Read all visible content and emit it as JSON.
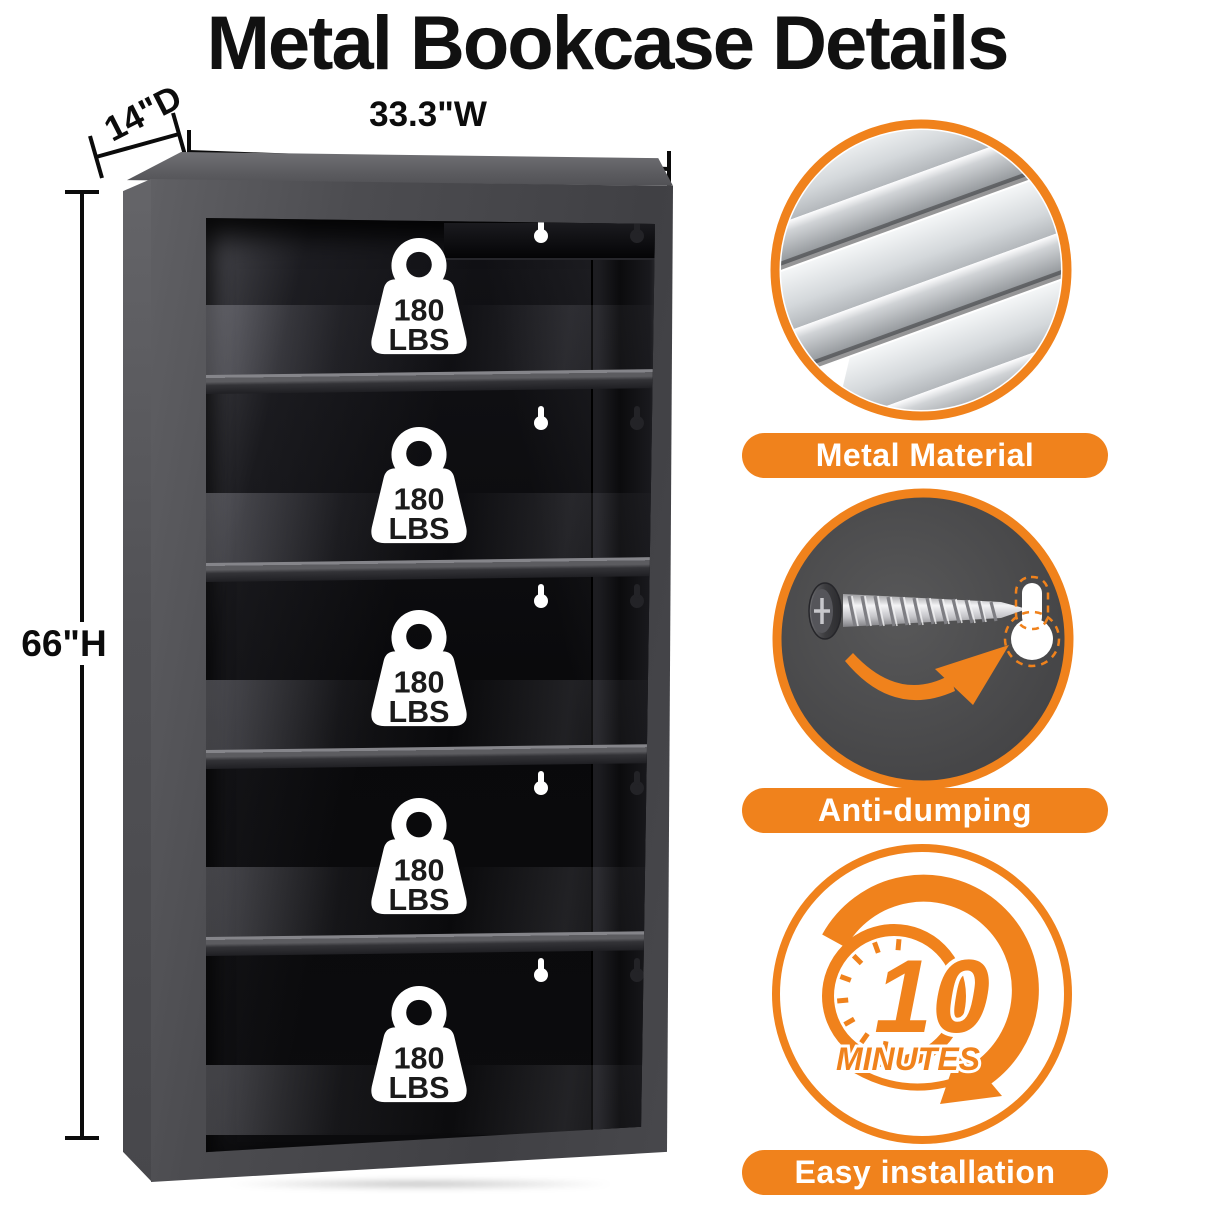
{
  "title": "Metal Bookcase Details",
  "dimensions": {
    "width_label": "33.3\"W",
    "depth_label": "14\"D",
    "height_label": "66\"H"
  },
  "bookcase": {
    "shelf_count": 5,
    "shelves": [
      {
        "capacity_line1": "180",
        "capacity_line2": "LBS"
      },
      {
        "capacity_line1": "180",
        "capacity_line2": "LBS"
      },
      {
        "capacity_line1": "180",
        "capacity_line2": "LBS"
      },
      {
        "capacity_line1": "180",
        "capacity_line2": "LBS"
      },
      {
        "capacity_line1": "180",
        "capacity_line2": "LBS"
      }
    ]
  },
  "features": [
    {
      "id": "metal-material",
      "label": "Metal Material",
      "icon": "metal-sheets-photo"
    },
    {
      "id": "anti-dumping",
      "label": "Anti-dumping",
      "icon": "screw-and-keyhole"
    },
    {
      "id": "easy-installation",
      "label": "Easy installation",
      "icon": "10-minutes-clock",
      "clock_number": "10",
      "clock_unit": "MINUTES"
    }
  ],
  "colors": {
    "accent_orange": "#F0821C",
    "cabinet_gray": "#4B4B4F",
    "interior_black": "#0A0A0C",
    "badge_text": "#1B1B1B",
    "title_text": "#111111"
  }
}
